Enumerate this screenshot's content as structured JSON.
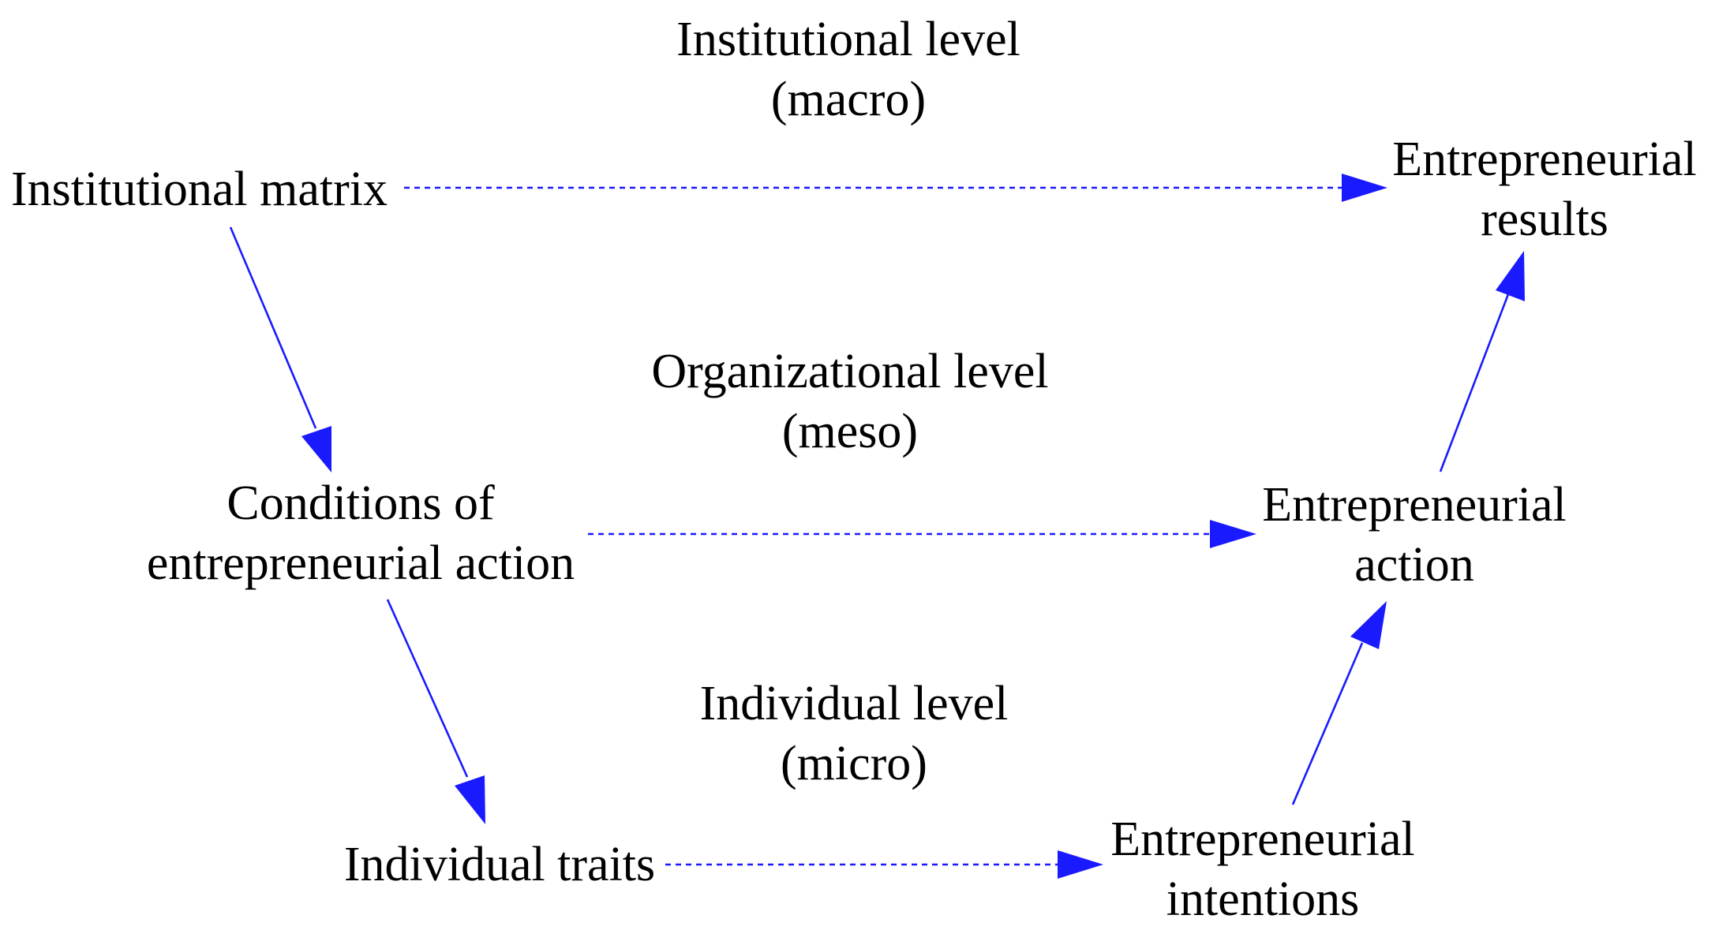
{
  "levels": {
    "macro": {
      "title": "Institutional level",
      "sub": "(macro)"
    },
    "meso": {
      "title": "Organizational level",
      "sub": "(meso)"
    },
    "micro": {
      "title": "Individual level",
      "sub": "(micro)"
    }
  },
  "nodes": {
    "institutional_matrix": {
      "line1": "Institutional matrix"
    },
    "entrepreneurial_results": {
      "line1": "Entrepreneurial",
      "line2": "results"
    },
    "conditions": {
      "line1": "Conditions of",
      "line2": "entrepreneurial action"
    },
    "entrepreneurial_action": {
      "line1": "Entrepreneurial",
      "line2": "action"
    },
    "individual_traits": {
      "line1": "Individual traits"
    },
    "entrepreneurial_intentions": {
      "line1": "Entrepreneurial",
      "line2": "intentions"
    }
  },
  "edges": [
    {
      "from": "Institutional matrix",
      "to": "Entrepreneurial results",
      "style": "dashed"
    },
    {
      "from": "Institutional matrix",
      "to": "Conditions of entrepreneurial action",
      "style": "solid"
    },
    {
      "from": "Conditions of entrepreneurial action",
      "to": "Entrepreneurial action",
      "style": "dashed"
    },
    {
      "from": "Conditions of entrepreneurial action",
      "to": "Individual traits",
      "style": "solid"
    },
    {
      "from": "Individual traits",
      "to": "Entrepreneurial intentions",
      "style": "dashed"
    },
    {
      "from": "Entrepreneurial intentions",
      "to": "Entrepreneurial action",
      "style": "solid"
    },
    {
      "from": "Entrepreneurial action",
      "to": "Entrepreneurial results",
      "style": "solid"
    }
  ],
  "colors": {
    "edge": "#1a1aff",
    "text": "#000000"
  }
}
